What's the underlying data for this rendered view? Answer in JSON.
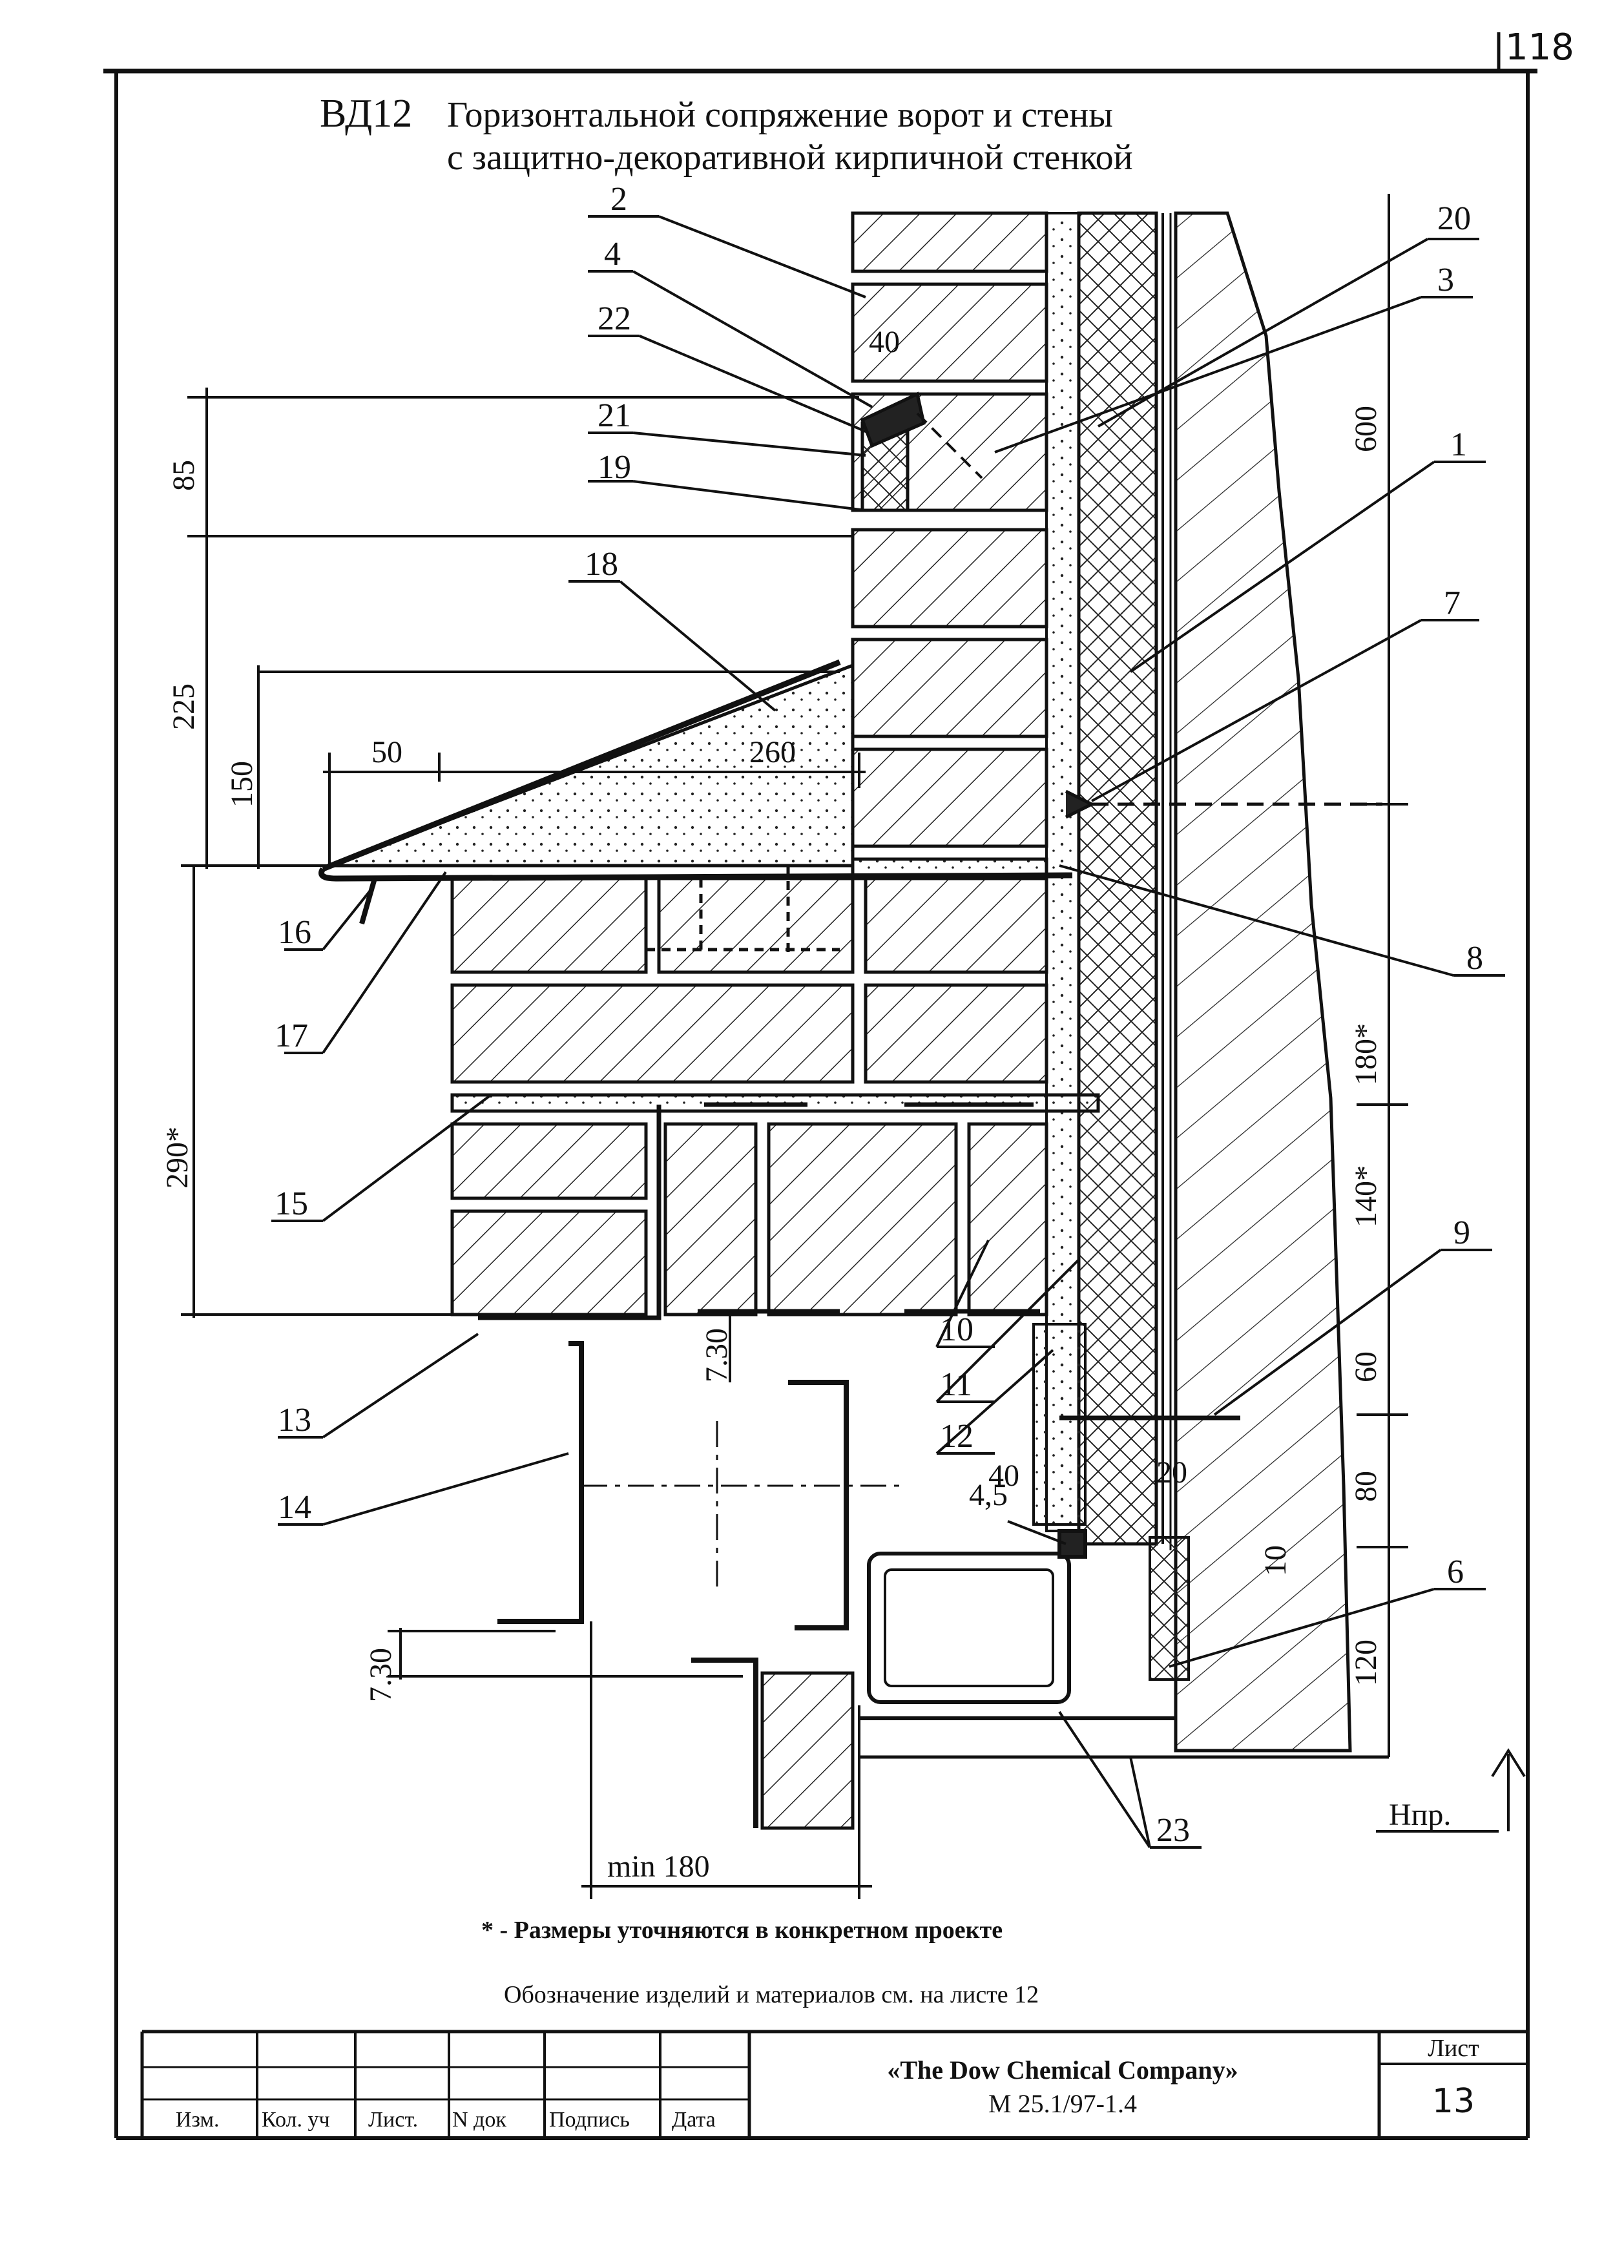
{
  "page": {
    "corner_number": "118",
    "title_code": "ВД12",
    "title_line1": "Горизонтальной сопряжение ворот и стены",
    "title_line2": "с защитно-декоративной кирпичной стенкой"
  },
  "callouts": {
    "c1": "1",
    "c2": "2",
    "c3": "3",
    "c4": "4",
    "c6": "6",
    "c7": "7",
    "c8": "8",
    "c9": "9",
    "c10": "10",
    "c11": "11",
    "c12": "12",
    "c13": "13",
    "c14": "14",
    "c15": "15",
    "c16": "16",
    "c17": "17",
    "c18": "18",
    "c19": "19",
    "c20": "20",
    "c21": "21",
    "c22": "22",
    "c23": "23"
  },
  "dimensions": {
    "d85": "85",
    "d225": "225",
    "d150": "150",
    "d290": "290*",
    "d50": "50",
    "d260": "260",
    "d40_top": "40",
    "d600": "600",
    "d180": "180*",
    "d140": "140*",
    "d60": "60",
    "d80": "80",
    "d120": "120",
    "d10": "10",
    "d20": "20",
    "d40_mid": "40",
    "d4_5": "4,5",
    "d30_a": "7.30",
    "d30_b": "7.30",
    "min180": "min 180",
    "level": "Нпр."
  },
  "notes": {
    "asterisk": "* - Размеры уточняются в конкретном проекте",
    "reference": "Обозначение изделий и материалов см. на листе 12"
  },
  "title_block": {
    "columns": [
      "Изм.",
      "Кол. уч",
      "Лист.",
      "N док",
      "Подпись",
      "Дата"
    ],
    "company": "«The Dow Chemical Company»",
    "doc_number": "М 25.1/97-1.4",
    "sheet_label": "Лист",
    "sheet_number": "13"
  }
}
